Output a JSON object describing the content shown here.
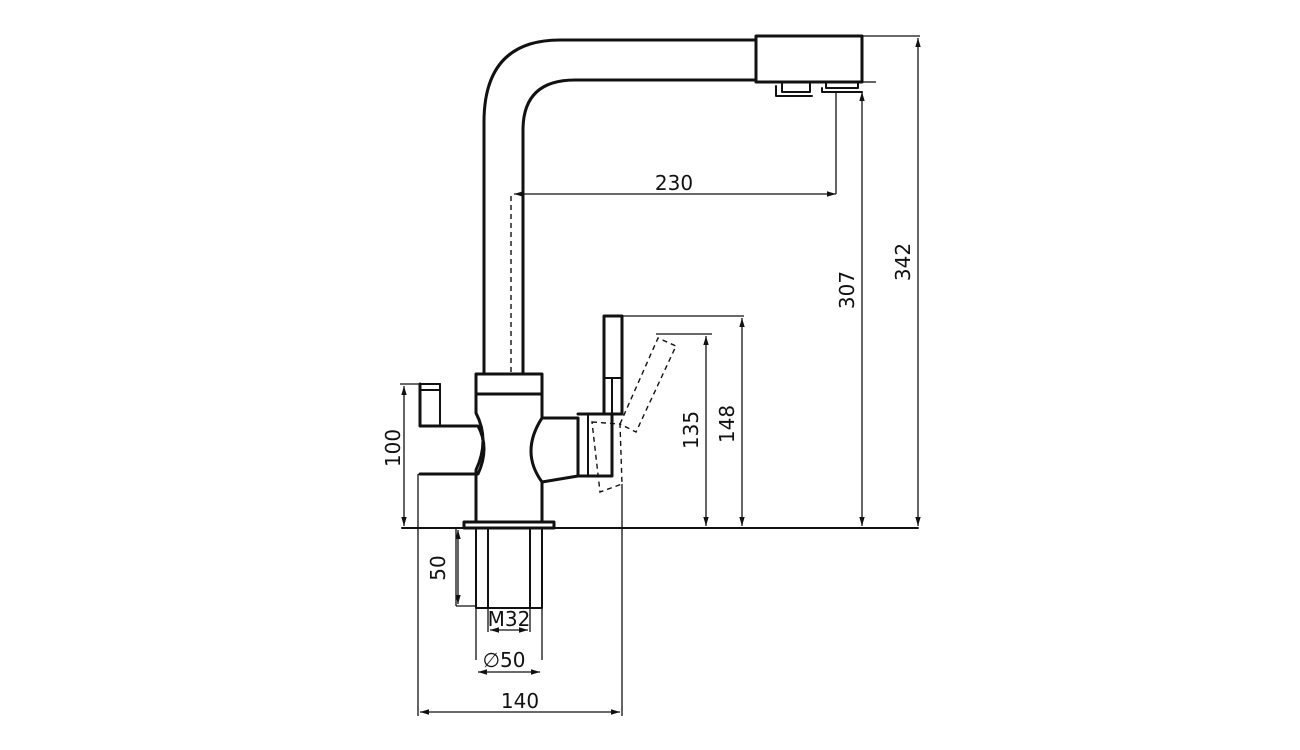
{
  "dimensions": {
    "spout_reach": "230",
    "spout_height": "307",
    "total_height": "342",
    "filter_lever_height": "148",
    "lever_height": "135",
    "base_body_height": "100",
    "shank_length": "50",
    "thread": "M32",
    "base_diameter": "∅50",
    "total_width": "140"
  }
}
